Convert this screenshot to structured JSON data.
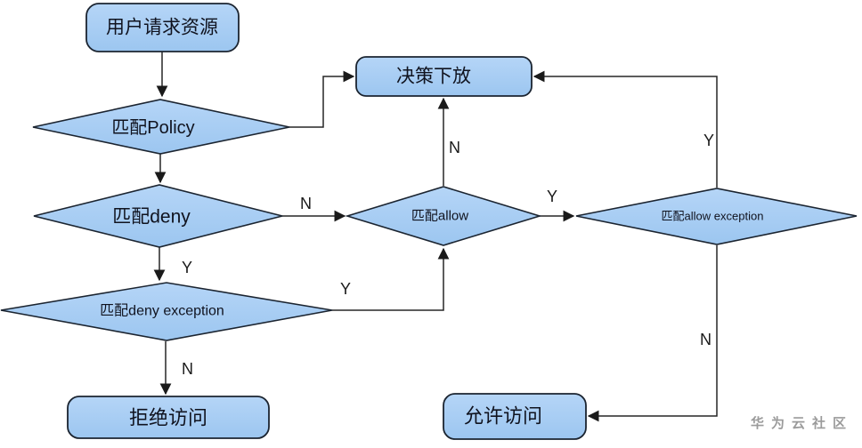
{
  "diagram": {
    "title": "Policy matching decision flowchart",
    "nodes": {
      "user_request": {
        "label": "用户请求资源",
        "type": "rounded-rect"
      },
      "match_policy": {
        "label": "匹配Policy",
        "type": "diamond"
      },
      "decision_delegate": {
        "label": "决策下放",
        "type": "rounded-rect"
      },
      "match_deny": {
        "label": "匹配deny",
        "type": "diamond"
      },
      "match_allow": {
        "label": "匹配allow",
        "type": "diamond"
      },
      "match_allow_exception": {
        "label": "匹配allow exception",
        "type": "diamond"
      },
      "match_deny_exception": {
        "label": "匹配deny exception",
        "type": "diamond"
      },
      "deny_access": {
        "label": "拒绝访问",
        "type": "rounded-rect"
      },
      "allow_access": {
        "label": "允许访问",
        "type": "rounded-rect"
      }
    },
    "edge_labels": {
      "deny_to_allow": "N",
      "deny_to_deny_exception": "Y",
      "deny_exception_to_allow": "Y",
      "deny_exception_to_deny_access": "N",
      "allow_to_delegate": "N",
      "allow_to_allow_exception": "Y",
      "allow_exception_to_delegate": "Y",
      "allow_exception_to_allow_access": "N"
    },
    "colors": {
      "shape_fill_top": "#b5d5f7",
      "shape_fill_bottom": "#9cc6f0",
      "shape_stroke": "#1b2430",
      "edge_line": "#262626",
      "text": "#10131f",
      "watermark": "#9b9b9b"
    },
    "watermark": "华为云社区"
  }
}
